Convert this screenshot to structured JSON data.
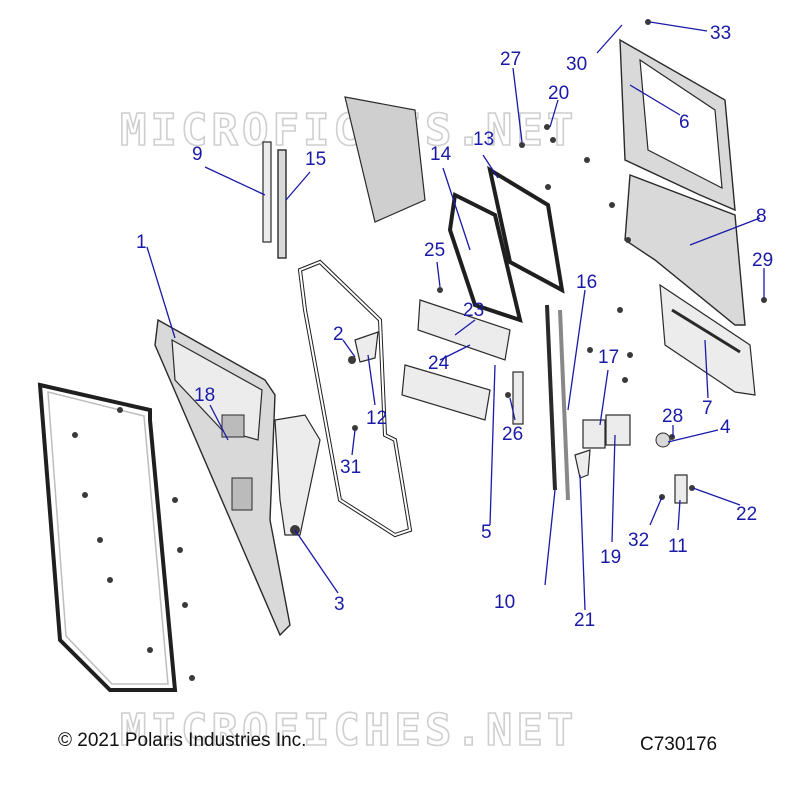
{
  "watermark": "MICROFICHES.NET",
  "copyright": "© 2021 Polaris Industries Inc.",
  "diagram_code": "C730176",
  "callouts": [
    "1",
    "2",
    "3",
    "4",
    "5",
    "6",
    "7",
    "8",
    "9",
    "10",
    "11",
    "12",
    "13",
    "14",
    "15",
    "16",
    "17",
    "18",
    "19",
    "20",
    "21",
    "22",
    "23",
    "24",
    "25",
    "26",
    "27",
    "28",
    "29",
    "30",
    "31",
    "32",
    "33"
  ],
  "colors": {
    "callout": "#1a1aa8",
    "line": "#2a2a2a"
  }
}
